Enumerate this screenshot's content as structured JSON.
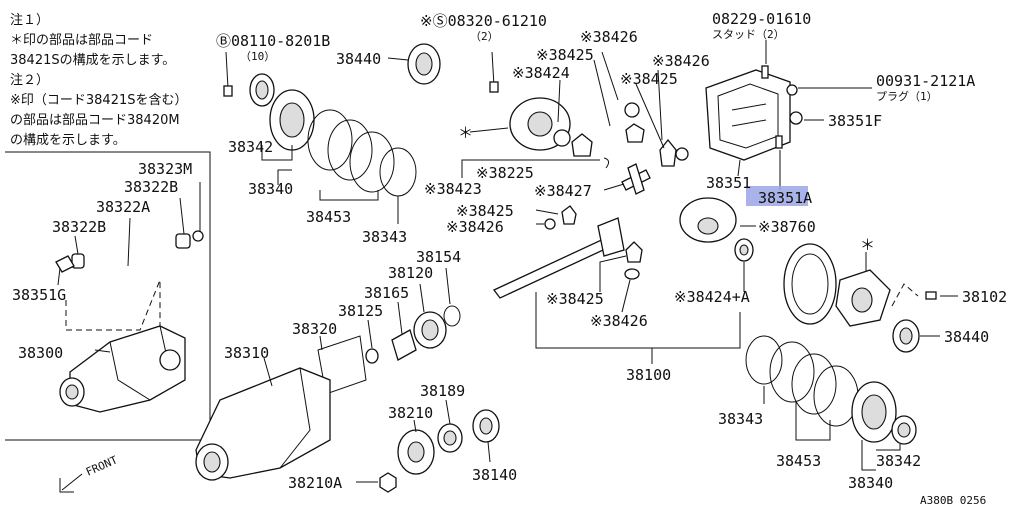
{
  "notes": {
    "line1": "注１）",
    "line2": "＊印の部品は部品コード",
    "line3": "38421Sの構成を示します。",
    "line4": "注２）",
    "line5": "※印（コード38421Sを含む）",
    "line6": "の部品は部品コード38420M",
    "line7": "の構成を示します。"
  },
  "labels": {
    "bolt_08110": "Ⓑ08110-8201B",
    "bolt_08110_qty": "（10）",
    "p38440_top": "38440",
    "bolt_08320": "※Ⓢ08320-61210",
    "bolt_08320_qty": "（2）",
    "p38426_a": "※38426",
    "p38425_a": "※38425",
    "p38424_a": "※38424",
    "p38425_b": "※38425",
    "p38426_b": "※38426",
    "stud_08229": "08229-01610",
    "stud_08229_desc": "スタッド（2）",
    "plug_00931": "00931-2121A",
    "plug_00931_desc": "プラグ（1）",
    "p38351F": "38351F",
    "p38351": "38351",
    "p38351A": "38351A",
    "p38342_l": "38342",
    "p38340_l": "38340",
    "p38453_l": "38453",
    "p38343_l": "38343",
    "asterisk_l": "＊",
    "p38225": "※38225",
    "p38423": "※38423",
    "p38427": "※38427",
    "p38425_c": "※38425",
    "p38426_c": "※38426",
    "p38760": "※38760",
    "p38323M": "38323M",
    "p38322B_a": "38322B",
    "p38322A": "38322A",
    "p38322B_b": "38322B",
    "p38351G": "38351G",
    "p38300": "38300",
    "p38154": "38154",
    "p38120": "38120",
    "p38165": "38165",
    "p38125": "38125",
    "p38320": "38320",
    "p38310": "38310",
    "p38425_d": "※38425",
    "p38426_d": "※38426",
    "p38424A": "※38424+A",
    "p38100": "38100",
    "asterisk_r": "＊",
    "p38102": "38102",
    "p38440_r": "38440",
    "p38189": "38189",
    "p38210": "38210",
    "p38140": "38140",
    "p38210A": "38210A",
    "p38343_r": "38343",
    "p38453_r": "38453",
    "p38342_r": "38342",
    "p38340_r": "38340",
    "front": "FRONT",
    "ref_code": "A380B 0256"
  }
}
